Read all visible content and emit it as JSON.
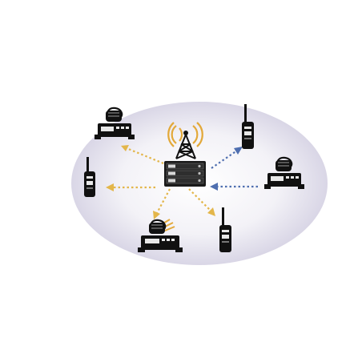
{
  "colors": {
    "background": "#ffffff",
    "ellipse_center": "#ffffff",
    "ellipse_edge": "#d9d6e6",
    "gold_arrow": "#e3b64a",
    "blue_arrow": "#4f6fb0",
    "device_dark": "#111111",
    "device_light": "#e8e8e8",
    "signal_gold": "#e3a93a"
  },
  "icons": {
    "tower": "radio-tower-icon",
    "repeater": "repeater-base-station-icon",
    "mobile_radio": "mobile-radio-icon",
    "handheld_radio": "handheld-radio-icon",
    "signal": "signal-waves-icon"
  },
  "nodes": [
    {
      "id": "tower",
      "kind": "tower"
    },
    {
      "id": "repeater",
      "kind": "repeater"
    },
    {
      "id": "mobile-top-left",
      "kind": "mobile_radio",
      "link": "gold"
    },
    {
      "id": "handheld-left",
      "kind": "handheld_radio",
      "link": "gold"
    },
    {
      "id": "mobile-bottom",
      "kind": "mobile_radio",
      "link": "gold"
    },
    {
      "id": "handheld-bottom-right",
      "kind": "handheld_radio",
      "link": "gold"
    },
    {
      "id": "handheld-top-right",
      "kind": "handheld_radio",
      "link": "blue"
    },
    {
      "id": "mobile-right",
      "kind": "mobile_radio",
      "link": "blue"
    }
  ]
}
